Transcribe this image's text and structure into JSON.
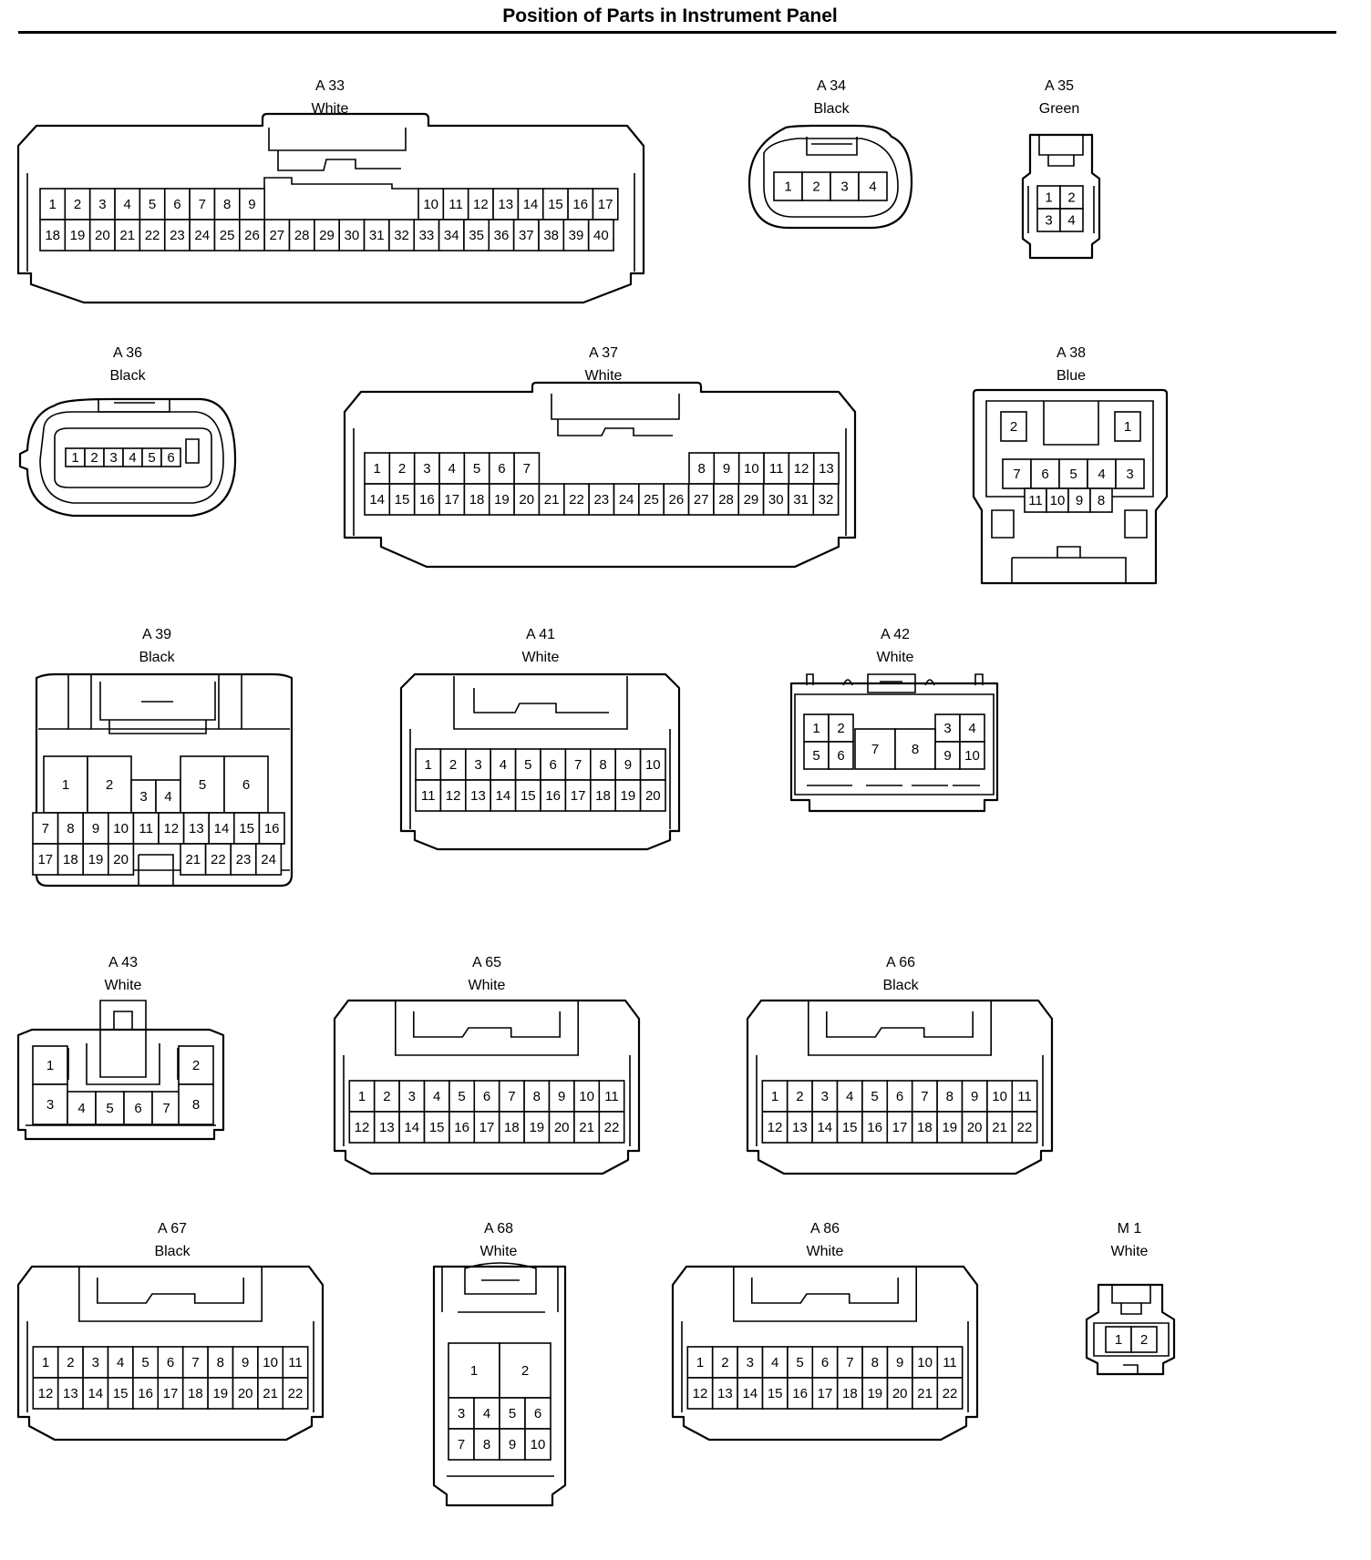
{
  "title": "Position of Parts in Instrument Panel",
  "connectors": [
    {
      "id": "A33",
      "name": "A 33",
      "color": "White",
      "pins": [
        [
          "1",
          "2",
          "3",
          "4",
          "5",
          "6",
          "7",
          "8",
          "9",
          "10",
          "11",
          "12",
          "13",
          "14",
          "15",
          "16",
          "17"
        ],
        [
          "18",
          "19",
          "20",
          "21",
          "22",
          "23",
          "24",
          "25",
          "26",
          "27",
          "28",
          "29",
          "30",
          "31",
          "32",
          "33",
          "34",
          "35",
          "36",
          "37",
          "38",
          "39",
          "40"
        ]
      ]
    },
    {
      "id": "A34",
      "name": "A 34",
      "color": "Black",
      "pins": [
        [
          "1",
          "2",
          "3",
          "4"
        ]
      ]
    },
    {
      "id": "A35",
      "name": "A 35",
      "color": "Green",
      "pins": [
        [
          "1",
          "2"
        ],
        [
          "3",
          "4"
        ]
      ]
    },
    {
      "id": "A36",
      "name": "A 36",
      "color": "Black",
      "pins": [
        [
          "1",
          "2",
          "3",
          "4",
          "5",
          "6"
        ]
      ]
    },
    {
      "id": "A37",
      "name": "A 37",
      "color": "White",
      "pins": [
        [
          "1",
          "2",
          "3",
          "4",
          "5",
          "6",
          "7",
          "8",
          "9",
          "10",
          "11",
          "12",
          "13"
        ],
        [
          "14",
          "15",
          "16",
          "17",
          "18",
          "19",
          "20",
          "21",
          "22",
          "23",
          "24",
          "25",
          "26",
          "27",
          "28",
          "29",
          "30",
          "31",
          "32"
        ]
      ]
    },
    {
      "id": "A38",
      "name": "A 38",
      "color": "Blue",
      "pins": [
        [
          "2",
          "1"
        ],
        [
          "7",
          "6",
          "5",
          "4",
          "3"
        ],
        [
          "11",
          "10",
          "9",
          "8"
        ]
      ]
    },
    {
      "id": "A39",
      "name": "A 39",
      "color": "Black",
      "pins": [
        [
          "1",
          "2",
          "3",
          "4",
          "5",
          "6"
        ],
        [
          "7",
          "8",
          "9",
          "10",
          "11",
          "12",
          "13",
          "14",
          "15",
          "16"
        ],
        [
          "17",
          "18",
          "19",
          "20",
          "21",
          "22",
          "23",
          "24"
        ]
      ]
    },
    {
      "id": "A41",
      "name": "A 41",
      "color": "White",
      "pins": [
        [
          "1",
          "2",
          "3",
          "4",
          "5",
          "6",
          "7",
          "8",
          "9",
          "10"
        ],
        [
          "11",
          "12",
          "13",
          "14",
          "15",
          "16",
          "17",
          "18",
          "19",
          "20"
        ]
      ]
    },
    {
      "id": "A42",
      "name": "A 42",
      "color": "White",
      "pins": [
        [
          "1",
          "2",
          "3",
          "4"
        ],
        [
          "5",
          "6",
          "7",
          "8",
          "9",
          "10"
        ]
      ]
    },
    {
      "id": "A43",
      "name": "A 43",
      "color": "White",
      "pins": [
        [
          "1",
          "2"
        ],
        [
          "3",
          "4",
          "5",
          "6",
          "7",
          "8"
        ]
      ]
    },
    {
      "id": "A65",
      "name": "A 65",
      "color": "White",
      "pins": [
        [
          "1",
          "2",
          "3",
          "4",
          "5",
          "6",
          "7",
          "8",
          "9",
          "10",
          "11"
        ],
        [
          "12",
          "13",
          "14",
          "15",
          "16",
          "17",
          "18",
          "19",
          "20",
          "21",
          "22"
        ]
      ]
    },
    {
      "id": "A66",
      "name": "A 66",
      "color": "Black",
      "pins": [
        [
          "1",
          "2",
          "3",
          "4",
          "5",
          "6",
          "7",
          "8",
          "9",
          "10",
          "11"
        ],
        [
          "12",
          "13",
          "14",
          "15",
          "16",
          "17",
          "18",
          "19",
          "20",
          "21",
          "22"
        ]
      ]
    },
    {
      "id": "A67",
      "name": "A 67",
      "color": "Black",
      "pins": [
        [
          "1",
          "2",
          "3",
          "4",
          "5",
          "6",
          "7",
          "8",
          "9",
          "10",
          "11"
        ],
        [
          "12",
          "13",
          "14",
          "15",
          "16",
          "17",
          "18",
          "19",
          "20",
          "21",
          "22"
        ]
      ]
    },
    {
      "id": "A68",
      "name": "A 68",
      "color": "White",
      "pins": [
        [
          "1",
          "2"
        ],
        [
          "3",
          "4",
          "5",
          "6"
        ],
        [
          "7",
          "8",
          "9",
          "10"
        ]
      ]
    },
    {
      "id": "A86",
      "name": "A 86",
      "color": "White",
      "pins": [
        [
          "1",
          "2",
          "3",
          "4",
          "5",
          "6",
          "7",
          "8",
          "9",
          "10",
          "11"
        ],
        [
          "12",
          "13",
          "14",
          "15",
          "16",
          "17",
          "18",
          "19",
          "20",
          "21",
          "22"
        ]
      ]
    },
    {
      "id": "M1",
      "name": "M 1",
      "color": "White",
      "pins": [
        [
          "1",
          "2"
        ]
      ]
    }
  ]
}
